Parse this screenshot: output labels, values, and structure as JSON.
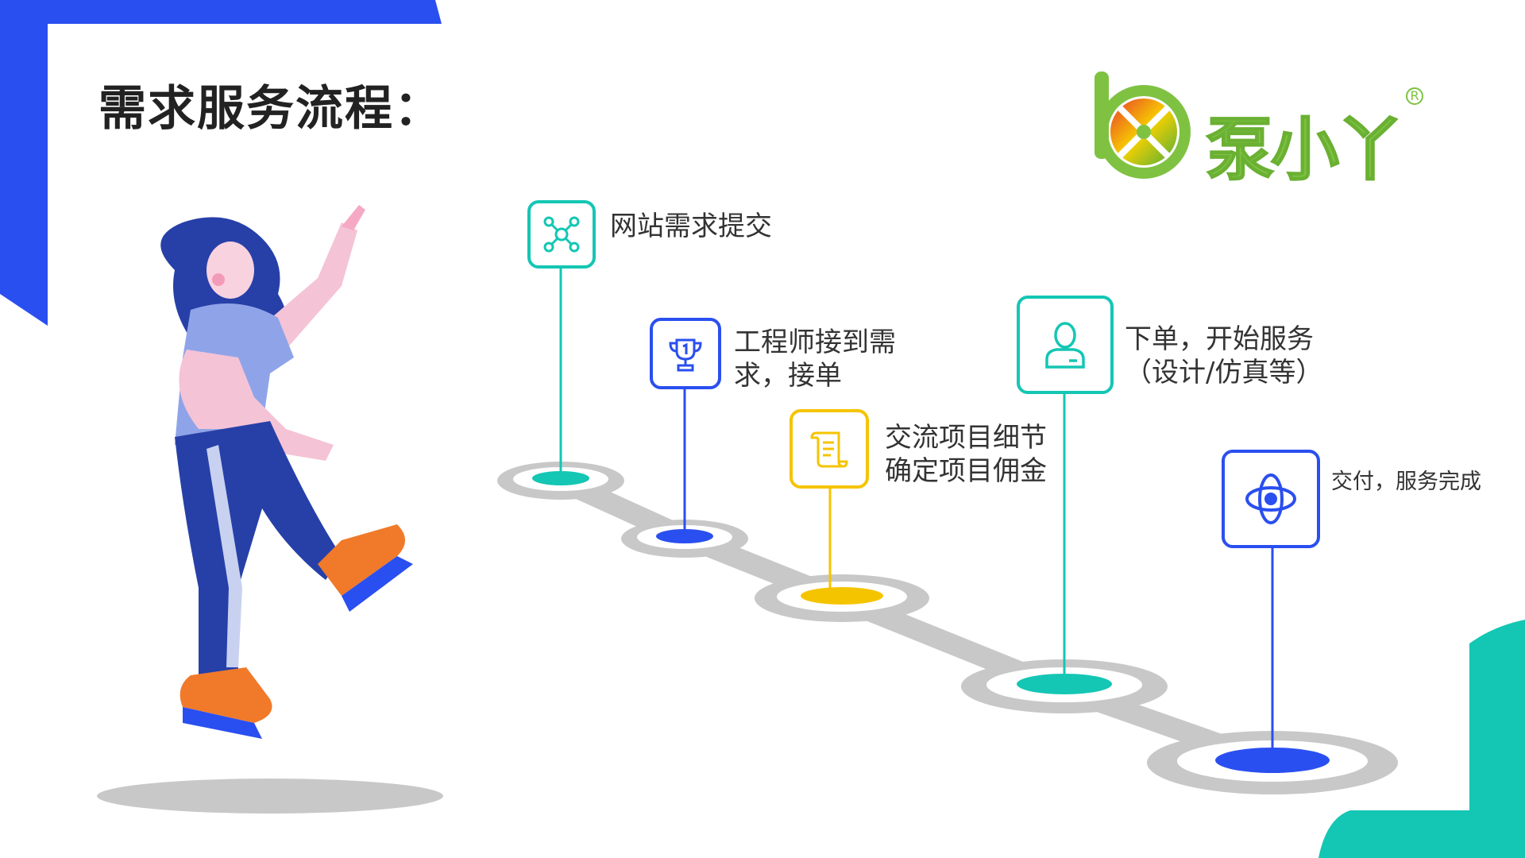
{
  "title": "需求服务流程：",
  "logo": {
    "text": "泵小丫",
    "registered": "R"
  },
  "colors": {
    "blue": "#2a4ff0",
    "teal": "#14c6b4",
    "yellow": "#f5c400",
    "gray": "#c8c8c8"
  },
  "steps": [
    {
      "label_lines": [
        "网站需求提交"
      ],
      "icon": "network-nodes-icon",
      "color": "#14c6b4"
    },
    {
      "label_lines": [
        "工程师接到需",
        "求，接单"
      ],
      "icon": "trophy-icon",
      "color": "#2a4ff0"
    },
    {
      "label_lines": [
        "交流项目细节",
        "确定项目佣金"
      ],
      "icon": "scroll-document-icon",
      "color": "#f5c400"
    },
    {
      "label_lines": [
        "下单，开始服务",
        "（设计/仿真等）"
      ],
      "icon": "user-icon",
      "color": "#14c6b4"
    },
    {
      "label_lines": [
        "交付，服务完成"
      ],
      "icon": "atom-orbit-icon",
      "color": "#2a4ff0"
    }
  ]
}
